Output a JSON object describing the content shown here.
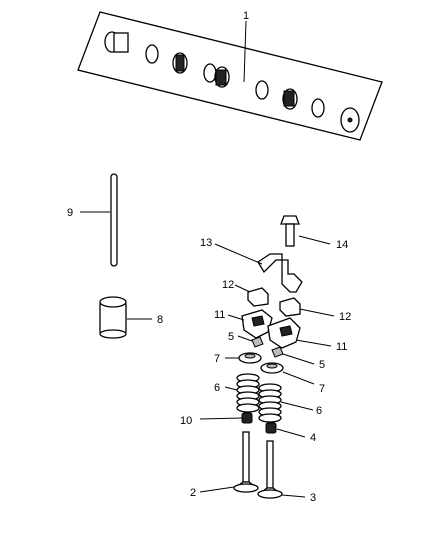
{
  "callouts": [
    {
      "id": "1",
      "label": "1"
    },
    {
      "id": "2",
      "label": "2"
    },
    {
      "id": "3",
      "label": "3"
    },
    {
      "id": "4",
      "label": "4"
    },
    {
      "id": "5a",
      "label": "5"
    },
    {
      "id": "5b",
      "label": "5"
    },
    {
      "id": "6a",
      "label": "6"
    },
    {
      "id": "6b",
      "label": "6"
    },
    {
      "id": "7a",
      "label": "7"
    },
    {
      "id": "7b",
      "label": "7"
    },
    {
      "id": "8",
      "label": "8"
    },
    {
      "id": "9",
      "label": "9"
    },
    {
      "id": "10",
      "label": "10"
    },
    {
      "id": "11a",
      "label": "11"
    },
    {
      "id": "11b",
      "label": "11"
    },
    {
      "id": "12a",
      "label": "12"
    },
    {
      "id": "12b",
      "label": "12"
    },
    {
      "id": "13",
      "label": "13"
    },
    {
      "id": "14",
      "label": "14"
    }
  ]
}
